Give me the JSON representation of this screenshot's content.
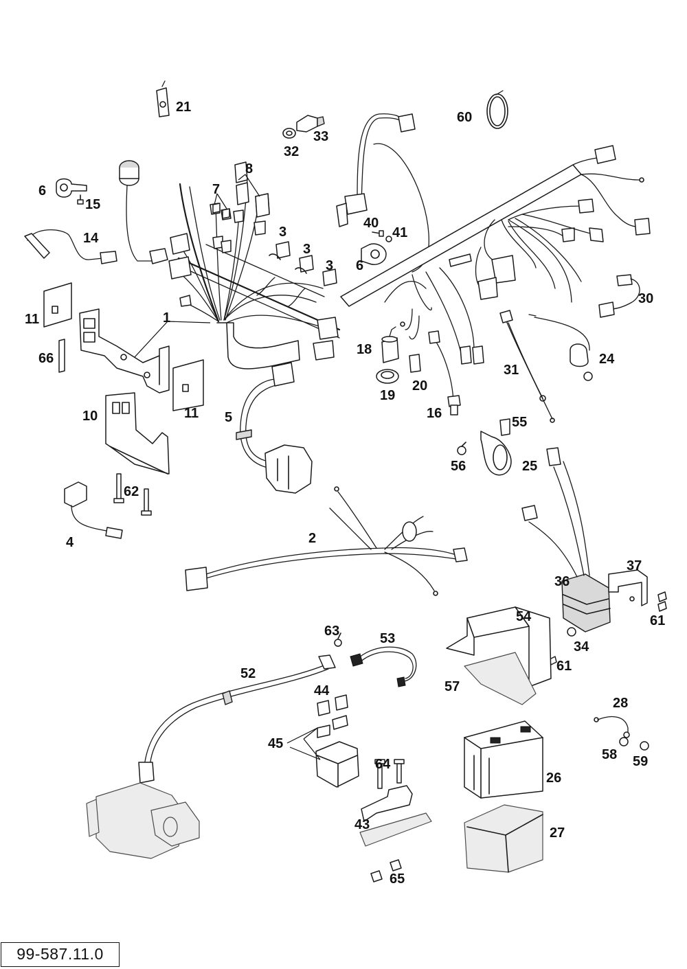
{
  "drawing_number": "99-587.11.0",
  "callouts": [
    {
      "id": "c21",
      "label": "21"
    },
    {
      "id": "c33",
      "label": "33"
    },
    {
      "id": "c32",
      "label": "32"
    },
    {
      "id": "c60",
      "label": "60"
    },
    {
      "id": "c8",
      "label": "8"
    },
    {
      "id": "c7",
      "label": "7"
    },
    {
      "id": "c6a",
      "label": "6"
    },
    {
      "id": "c15",
      "label": "15"
    },
    {
      "id": "c14",
      "label": "14"
    },
    {
      "id": "c3a",
      "label": "3"
    },
    {
      "id": "c3b",
      "label": "3"
    },
    {
      "id": "c3c",
      "label": "3"
    },
    {
      "id": "c40",
      "label": "40"
    },
    {
      "id": "c41",
      "label": "41"
    },
    {
      "id": "c6b",
      "label": "6"
    },
    {
      "id": "c30",
      "label": "30"
    },
    {
      "id": "c11a",
      "label": "11"
    },
    {
      "id": "c1",
      "label": "1"
    },
    {
      "id": "c66",
      "label": "66"
    },
    {
      "id": "c18",
      "label": "18"
    },
    {
      "id": "c24",
      "label": "24"
    },
    {
      "id": "c31",
      "label": "31"
    },
    {
      "id": "c19",
      "label": "19"
    },
    {
      "id": "c20",
      "label": "20"
    },
    {
      "id": "c11b",
      "label": "11"
    },
    {
      "id": "c5",
      "label": "5"
    },
    {
      "id": "c10",
      "label": "10"
    },
    {
      "id": "c16",
      "label": "16"
    },
    {
      "id": "c55",
      "label": "55"
    },
    {
      "id": "c56",
      "label": "56"
    },
    {
      "id": "c25",
      "label": "25"
    },
    {
      "id": "c62",
      "label": "62"
    },
    {
      "id": "c4",
      "label": "4"
    },
    {
      "id": "c2",
      "label": "2"
    },
    {
      "id": "c37",
      "label": "37"
    },
    {
      "id": "c36",
      "label": "36"
    },
    {
      "id": "c54",
      "label": "54"
    },
    {
      "id": "c61a",
      "label": "61"
    },
    {
      "id": "c63",
      "label": "63"
    },
    {
      "id": "c53",
      "label": "53"
    },
    {
      "id": "c34",
      "label": "34"
    },
    {
      "id": "c61b",
      "label": "61"
    },
    {
      "id": "c52",
      "label": "52"
    },
    {
      "id": "c57",
      "label": "57"
    },
    {
      "id": "c44",
      "label": "44"
    },
    {
      "id": "c28",
      "label": "28"
    },
    {
      "id": "c45",
      "label": "45"
    },
    {
      "id": "c58",
      "label": "58"
    },
    {
      "id": "c59",
      "label": "59"
    },
    {
      "id": "c64",
      "label": "64"
    },
    {
      "id": "c26",
      "label": "26"
    },
    {
      "id": "c43",
      "label": "43"
    },
    {
      "id": "c27",
      "label": "27"
    },
    {
      "id": "c65",
      "label": "65"
    }
  ]
}
